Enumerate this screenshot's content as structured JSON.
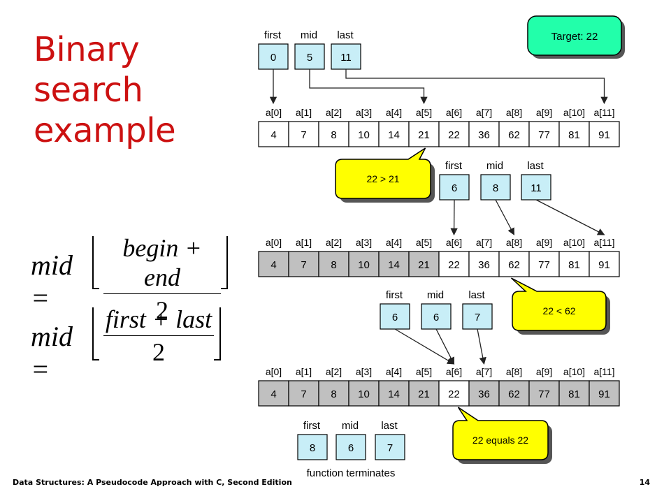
{
  "title_lines": [
    "Binary",
    "search",
    "example"
  ],
  "formula1": {
    "lhs": "mid =",
    "numerator": "begin + end",
    "denominator": "2"
  },
  "formula2": {
    "lhs": "mid =",
    "numerator": "first + last",
    "denominator": "2"
  },
  "footer": {
    "left": "Data Structures: A Pseudocode Approach with C, Second Edition",
    "right": "14"
  },
  "target_label": "Target: 22",
  "index_labels": [
    "a[0]",
    "a[1]",
    "a[2]",
    "a[3]",
    "a[4]",
    "a[5]",
    "a[6]",
    "a[7]",
    "a[8]",
    "a[9]",
    "a[10]",
    "a[11]"
  ],
  "array_values": [
    4,
    7,
    8,
    10,
    14,
    21,
    22,
    36,
    62,
    77,
    81,
    91
  ],
  "pointer_names": [
    "first",
    "mid",
    "last"
  ],
  "steps": [
    {
      "pointers": [
        0,
        5,
        11
      ],
      "comparison": "22 > 21",
      "shaded": []
    },
    {
      "pointers": [
        6,
        8,
        11
      ],
      "comparison": "22 < 62",
      "shaded": [
        0,
        1,
        2,
        3,
        4,
        5
      ]
    },
    {
      "pointers": [
        6,
        6,
        7
      ],
      "comparison": "22 equals 22",
      "shaded": [
        0,
        1,
        2,
        3,
        4,
        5,
        7,
        8,
        9,
        10,
        11
      ]
    },
    {
      "pointers": [
        8,
        6,
        7
      ],
      "comparison": "",
      "shaded": []
    }
  ],
  "final_note": "function terminates",
  "colors": {
    "title": "#cc1111",
    "pointer_box": "#c8eef7",
    "callout": "#ffff00",
    "target": "#22ffaa",
    "shade": "#c0c0c0"
  }
}
